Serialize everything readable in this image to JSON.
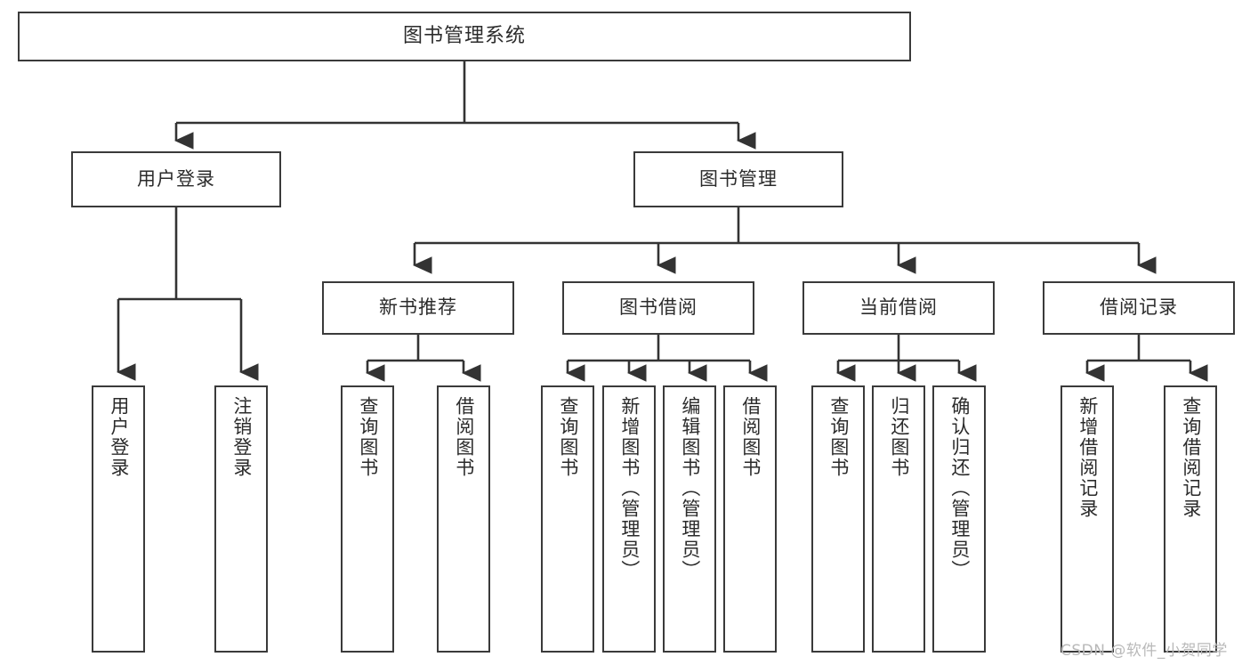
{
  "diagram": {
    "type": "tree-hierarchy",
    "title": "图书管理系统",
    "root": {
      "label": "图书管理系统"
    },
    "level2": [
      {
        "id": "user-login",
        "label": "用户登录"
      },
      {
        "id": "book-manage",
        "label": "图书管理"
      }
    ],
    "level3": [
      {
        "id": "new-book-recommend",
        "label": "新书推荐",
        "parent": "book-manage"
      },
      {
        "id": "book-borrow",
        "label": "图书借阅",
        "parent": "book-manage"
      },
      {
        "id": "current-borrow",
        "label": "当前借阅",
        "parent": "book-manage"
      },
      {
        "id": "borrow-record",
        "label": "借阅记录",
        "parent": "book-manage"
      }
    ],
    "leaves": {
      "user_login": [
        {
          "id": "leaf-user-login",
          "label": "用户登录"
        },
        {
          "id": "leaf-user-logout",
          "label": "注销登录"
        }
      ],
      "new_book_recommend": [
        {
          "id": "leaf-query-book-1",
          "label": "查询图书"
        },
        {
          "id": "leaf-borrow-book-1",
          "label": "借阅图书"
        }
      ],
      "book_borrow": [
        {
          "id": "leaf-query-book-2",
          "label": "查询图书"
        },
        {
          "id": "leaf-add-book",
          "label": "新增图书（管理员）"
        },
        {
          "id": "leaf-edit-book",
          "label": "编辑图书（管理员）"
        },
        {
          "id": "leaf-borrow-book-2",
          "label": "借阅图书"
        }
      ],
      "current_borrow": [
        {
          "id": "leaf-query-book-3",
          "label": "查询图书"
        },
        {
          "id": "leaf-return-book",
          "label": "归还图书"
        },
        {
          "id": "leaf-confirm-return",
          "label": "确认归还（管理员）"
        }
      ],
      "borrow_record": [
        {
          "id": "leaf-add-record",
          "label": "新增借阅记录"
        },
        {
          "id": "leaf-query-record",
          "label": "查询借阅记录"
        }
      ]
    }
  },
  "watermark": {
    "text": "CSDN @软件_小贺同学"
  },
  "colors": {
    "box_border": "#3a3a3a",
    "box_fill": "#ffffff",
    "text": "#2b2b2b",
    "connector": "#333333",
    "watermark": "#b9b9b9",
    "background": "#ffffff"
  }
}
